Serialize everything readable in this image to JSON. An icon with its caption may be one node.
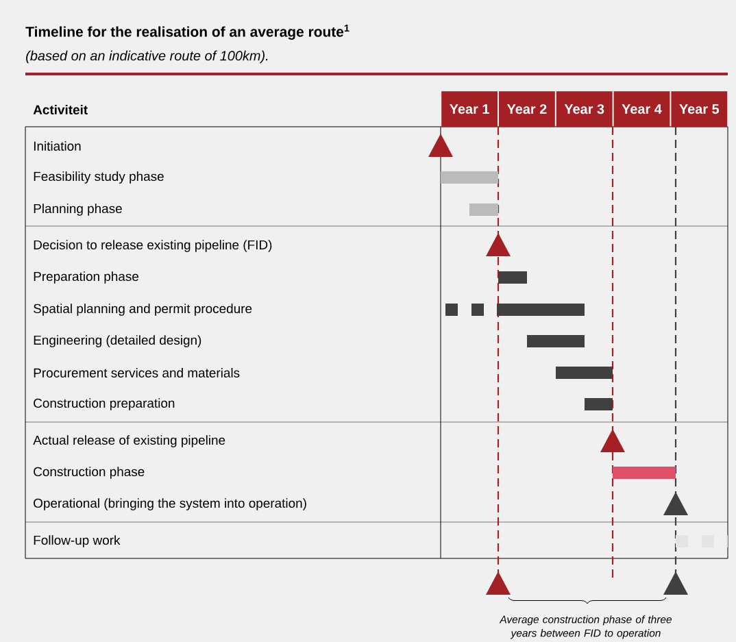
{
  "diagram": {
    "title": "Timeline for the realisation of an average route$^{1}$",
    "caption": "(based on an indicative route of 100km).",
    "labels": [
      "Activiteit",
      "Year 1",
      "Year 2",
      "Year 3",
      "Year 4",
      "Year 5",
      "Initiation",
      "Feasibility study phase",
      "Planning phase",
      "Decision to release existing pipeline (FID)",
      "Preparation phase",
      "Spatial planning and permit procedure",
      "Engineering (detailed design)",
      "Procurement services and materials",
      "Construction preparation",
      "Actual release of existing pipeline",
      "Construction phase",
      "Operational (bringing the system into operation)",
      "Follow-up work",
      "Average construction phase of three years between FID to operation"
    ]
  }
}
